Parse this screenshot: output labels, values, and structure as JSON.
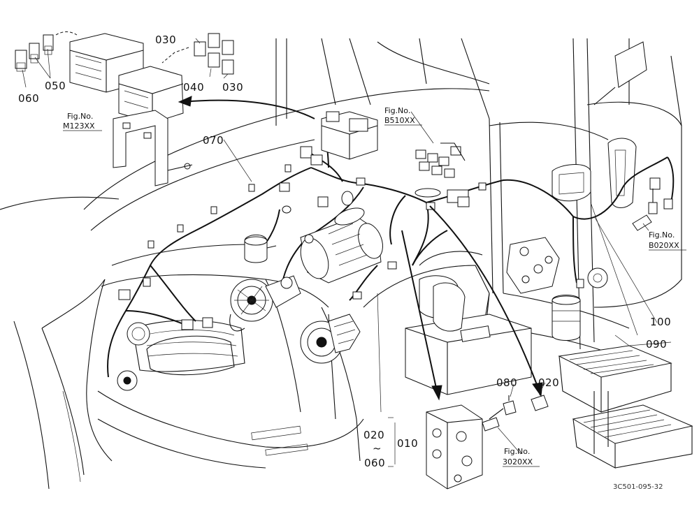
{
  "callouts": {
    "c060_top": "060",
    "c050": "050",
    "c030_top": "030",
    "c040": "040",
    "c030_right": "030",
    "c070": "070",
    "c100": "100",
    "c090": "090",
    "c080": "080",
    "c020_right": "020",
    "c020_bottom": "020",
    "c_tilde": "~",
    "c010": "010",
    "c060_bottom": "060"
  },
  "fig_refs": {
    "m123": {
      "line1": "Fig.No.",
      "line2": "M123XX"
    },
    "b510": {
      "line1": "Fig.No.",
      "line2": "B510XX"
    },
    "b020": {
      "line1": "Fig.No.",
      "line2": "B020XX"
    },
    "f3020": {
      "line1": "Fig.No.",
      "line2": "3020XX"
    }
  },
  "drawing_code": "3C501-095-32"
}
